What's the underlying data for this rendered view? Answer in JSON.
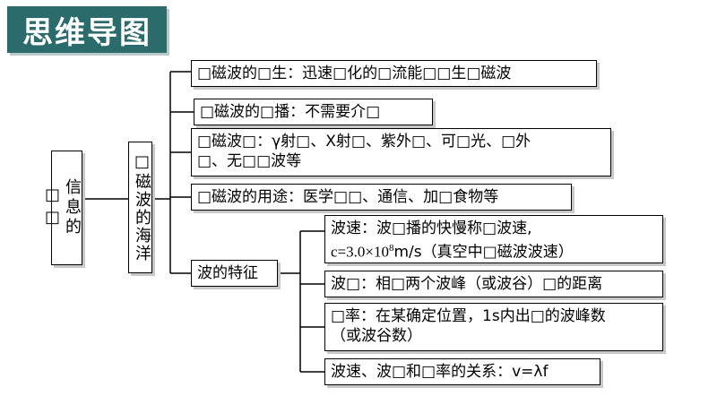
{
  "title": "思维导图",
  "root": {
    "label": "信息的□□"
  },
  "center": {
    "label": "□磁波的海洋"
  },
  "branches": [
    {
      "text": "□磁波的□生：迅速□化的□流能□□生□磁波"
    },
    {
      "text": "□磁波的□播：不需要介□"
    },
    {
      "line1": "□磁波□：γ射□、X射□、紫外□、可□光、□外",
      "line2": "□、无□□波等"
    },
    {
      "text": "□磁波的用途：医学□□、通信、加□食物等"
    },
    {
      "text": "波的特征"
    }
  ],
  "features": [
    {
      "line1": "波速：波□播的快慢称□波速,",
      "line2_pre": "c=3.0×10",
      "line2_sup": "8",
      "line2_post": "m/s（真空中□磁波波速）"
    },
    {
      "text": "波□：相□两个波峰（或波谷）□的距离"
    },
    {
      "line1": "□率：在某确定位置，1s内出□的波峰数",
      "line2": "（或波谷数）"
    },
    {
      "text": "波速、波□和□率的关系：v=λf"
    }
  ]
}
